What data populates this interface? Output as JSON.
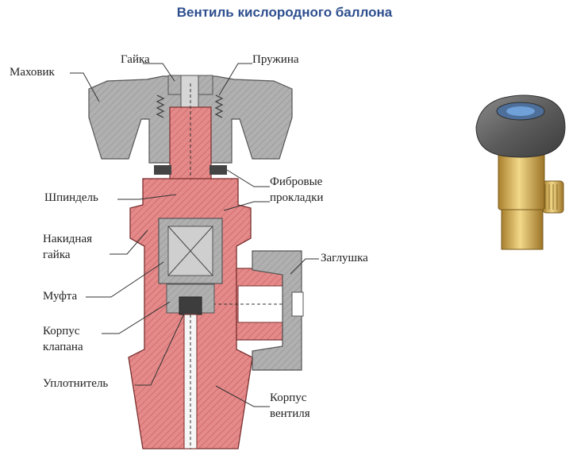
{
  "title": "Вентиль кислородного баллона",
  "labels": {
    "handwheel": "Маховик",
    "nut": "Гайка",
    "spring": "Пружина",
    "spindle": "Шпиндель",
    "fiber_gaskets_line1": "Фибровые",
    "fiber_gaskets_line2": "прокладки",
    "union_nut_line1": "Накидная",
    "union_nut_line2": "гайка",
    "plug": "Заглушка",
    "coupling": "Муфта",
    "valve_body_line1": "Корпус",
    "valve_body_line2": "клапана",
    "seal": "Уплотнитель",
    "main_body_line1": "Корпус",
    "main_body_line2": "вентиля"
  },
  "colors": {
    "title": "#2e4f8f",
    "body_red": "#e27d7d",
    "hatch_red": "#c85a5a",
    "gray": "#a9a9a9",
    "dark_gray": "#6e6e6e",
    "brass": "#d6b25a"
  }
}
